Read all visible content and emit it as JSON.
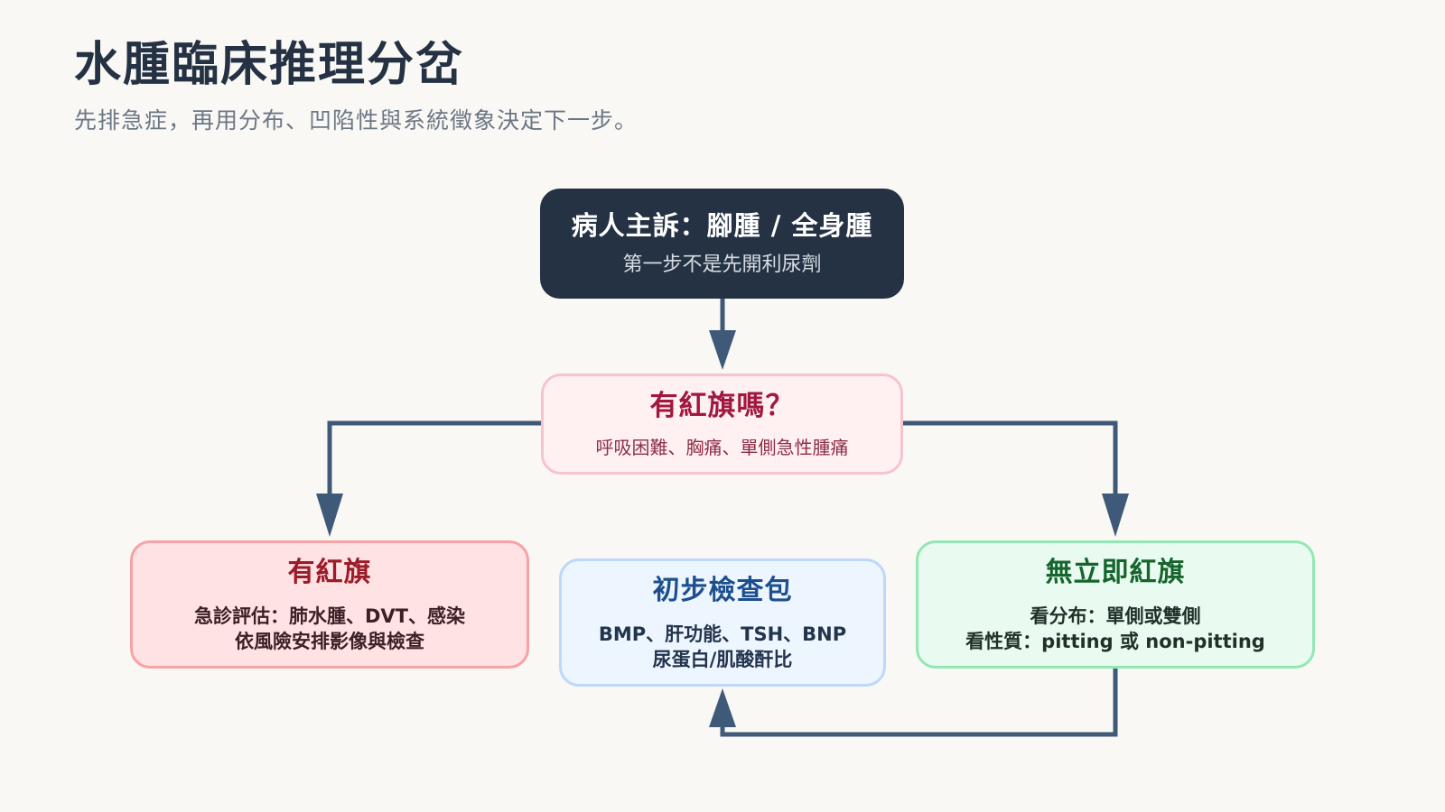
{
  "header": {
    "title": "水腫臨床推理分岔",
    "subtitle": "先排急症，再用分布、凹陷性與系統徵象決定下一步。"
  },
  "diagram": {
    "start": {
      "title": "病人主訴：腳腫 / 全身腫",
      "detail": "第一步不是先開利尿劑"
    },
    "question": {
      "title": "有紅旗嗎？",
      "detail": "呼吸困難、胸痛、單側急性腫痛"
    },
    "red_flag": {
      "title": "有紅旗",
      "details": [
        "急診評估：肺水腫、DVT、感染",
        "依風險安排影像與檢查"
      ]
    },
    "workup": {
      "title": "初步檢查包",
      "details": [
        "BMP、肝功能、TSH、BNP",
        "尿蛋白/肌酸酐比"
      ]
    },
    "no_red_flag": {
      "title": "無立即紅旗",
      "details": [
        "看分布：單側或雙側",
        "看性質：pitting 或 non-pitting"
      ]
    }
  },
  "colors": {
    "background": "#faf8f5",
    "title": "#253244",
    "connector": "#3f5a78",
    "red_flag_accent": "#9b1c28",
    "workup_accent": "#1d4f8f",
    "no_red_flag_accent": "#16652d"
  }
}
